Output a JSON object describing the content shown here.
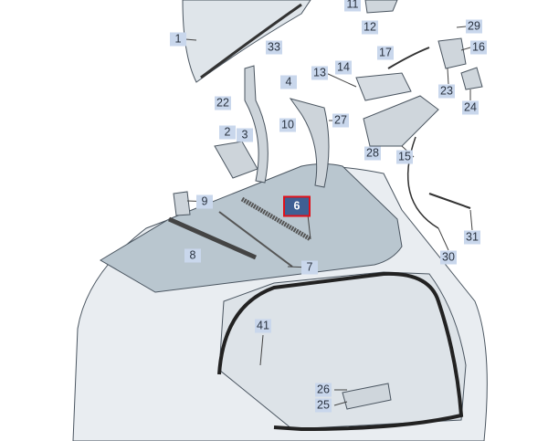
{
  "diagram": {
    "title": "Rear lid / tailgate components",
    "selected_part": "6",
    "colors": {
      "label_bg": "#c9d7ec",
      "selected_bg": "#3f5f93",
      "selected_border": "#e0101a"
    },
    "parts": [
      {
        "id": "p1",
        "label": "1"
      },
      {
        "id": "p33",
        "label": "33"
      },
      {
        "id": "p11",
        "label": "11"
      },
      {
        "id": "p12",
        "label": "12"
      },
      {
        "id": "p29",
        "label": "29"
      },
      {
        "id": "p16",
        "label": "16"
      },
      {
        "id": "p17",
        "label": "17"
      },
      {
        "id": "p14",
        "label": "14"
      },
      {
        "id": "p13",
        "label": "13"
      },
      {
        "id": "p4",
        "label": "4"
      },
      {
        "id": "p22",
        "label": "22"
      },
      {
        "id": "p23",
        "label": "23"
      },
      {
        "id": "p24",
        "label": "24"
      },
      {
        "id": "p27",
        "label": "27"
      },
      {
        "id": "p10",
        "label": "10"
      },
      {
        "id": "p3",
        "label": "3"
      },
      {
        "id": "p2",
        "label": "2"
      },
      {
        "id": "p15",
        "label": "15"
      },
      {
        "id": "p28",
        "label": "28"
      },
      {
        "id": "p9",
        "label": "9"
      },
      {
        "id": "p6",
        "label": "6"
      },
      {
        "id": "p8",
        "label": "8"
      },
      {
        "id": "p7",
        "label": "7"
      },
      {
        "id": "p31",
        "label": "31"
      },
      {
        "id": "p30",
        "label": "30"
      },
      {
        "id": "p41",
        "label": "41"
      },
      {
        "id": "p26",
        "label": "26"
      },
      {
        "id": "p25",
        "label": "25"
      }
    ]
  }
}
